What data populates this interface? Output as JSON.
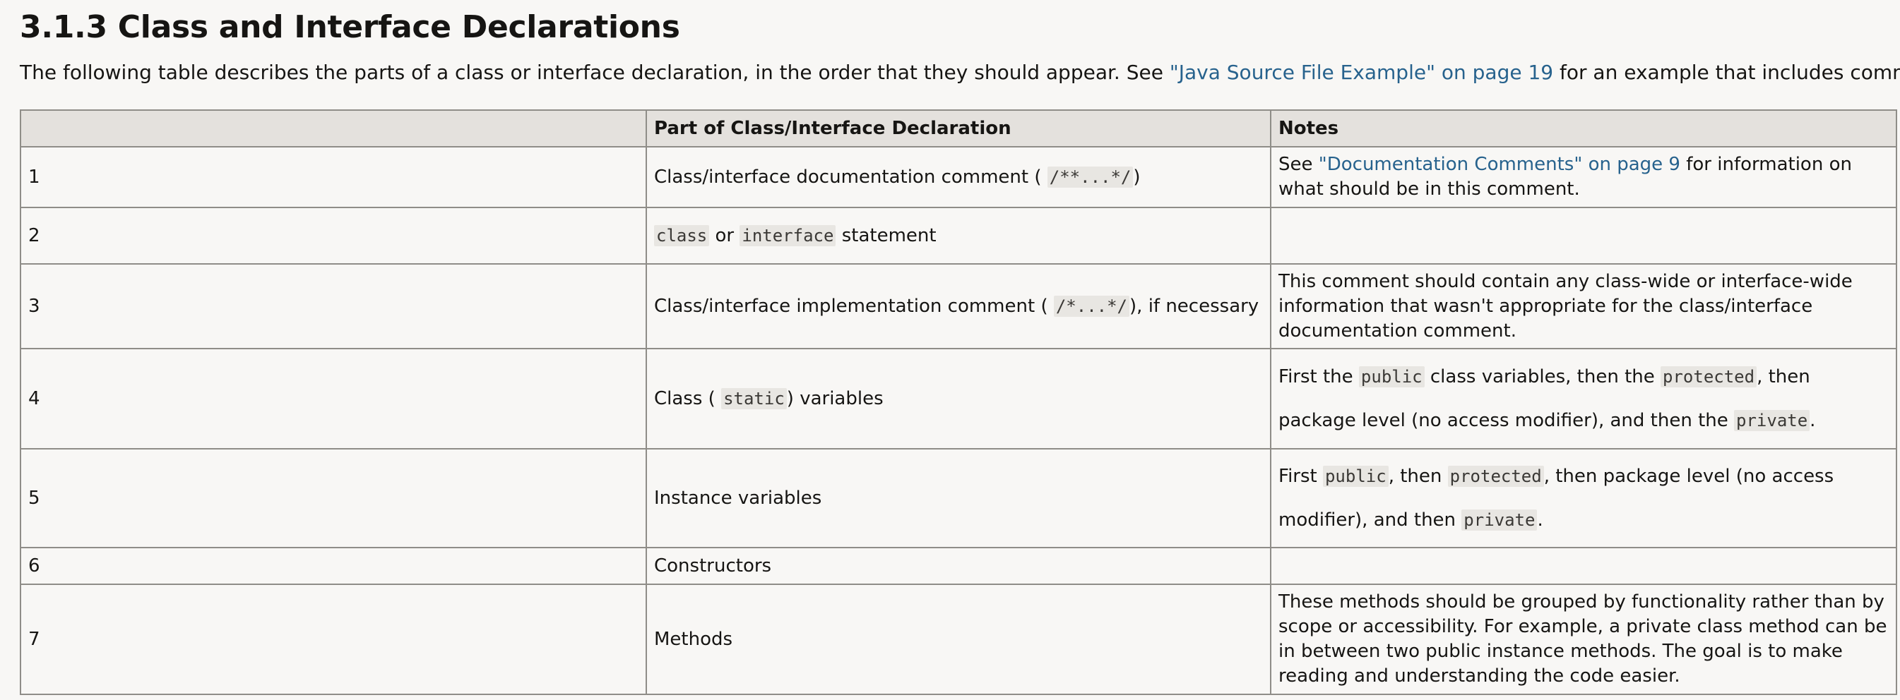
{
  "page": {
    "heading": "3.1.3 Class and Interface Declarations",
    "intro": {
      "before": "The following table describes the parts of a class or interface declaration, in the order that they should appear. See ",
      "link": "\"Java Source File Example\" on page 19",
      "after": " for an example that includes comments."
    }
  },
  "table": {
    "headers": [
      "",
      "Part of Class/Interface Declaration",
      "Notes"
    ],
    "rows": [
      {
        "num": "1",
        "part": {
          "a": "Class/interface documentation comment ( ",
          "code": "/**...*/",
          "b": ")"
        },
        "notes": {
          "a": "See ",
          "link": "\"Documentation Comments\" on page 9",
          "b": " for information on what should be in this comment."
        }
      },
      {
        "num": "2",
        "part": {
          "code1": "class",
          "a": " or ",
          "code2": "interface",
          "b": " statement"
        },
        "notes": ""
      },
      {
        "num": "3",
        "part": {
          "a": "Class/interface implementation comment ( ",
          "code": "/*...*/",
          "b": "), if necessary"
        },
        "notes": "This comment should contain any class-wide or interface-wide information that wasn't appropriate for the class/interface documentation comment."
      },
      {
        "num": "4",
        "part": {
          "a": "Class ( ",
          "code": "static",
          "b": ") variables"
        },
        "notes": {
          "a": "First the ",
          "code1": "public",
          "b": " class variables, then the ",
          "code2": "protected",
          "c": ", then package level (no access modifier), and then the ",
          "code3": "private",
          "d": "."
        }
      },
      {
        "num": "5",
        "part": "Instance variables",
        "notes": {
          "a": "First ",
          "code1": "public",
          "b": ", then ",
          "code2": "protected",
          "c": ", then package level (no access modifier), and then ",
          "code3": "private",
          "d": "."
        }
      },
      {
        "num": "6",
        "part": "Constructors",
        "notes": ""
      },
      {
        "num": "7",
        "part": "Methods",
        "notes": "These methods should be grouped by functionality rather than by scope or accessibility. For example, a private class method can be in between two public instance methods. The goal is to make reading and understanding the code easier."
      }
    ]
  },
  "colors": {
    "link": "#27628d",
    "header_bg": "#e4e1dd",
    "border": "#8f8d88"
  }
}
